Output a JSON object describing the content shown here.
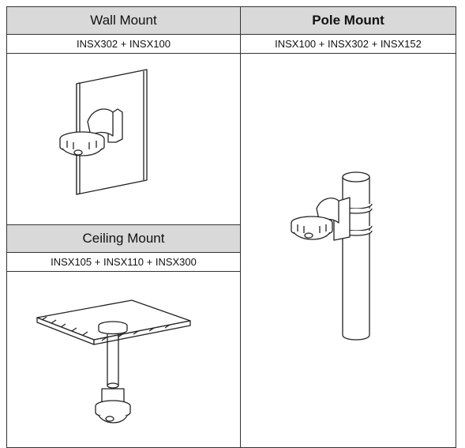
{
  "wall": {
    "title": "Wall Mount",
    "models": "INSX302 + INSX100"
  },
  "pole": {
    "title": "Pole Mount",
    "models": "INSX100 + INSX302 + INSX152"
  },
  "ceiling": {
    "title": "Ceiling Mount",
    "models": "INSX105 + INSX110 + INSX300"
  },
  "colors": {
    "header_bg": "#d9d9d9",
    "border": "#333333",
    "line_art": "#222222"
  }
}
